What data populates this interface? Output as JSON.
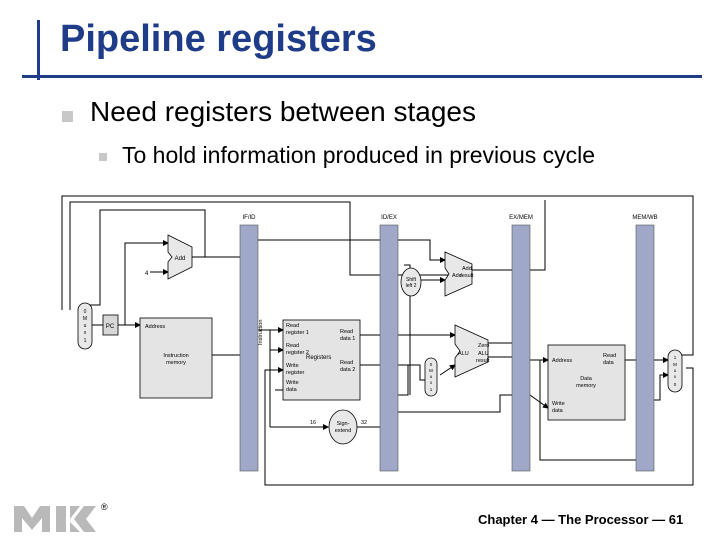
{
  "slide": {
    "title": "Pipeline registers",
    "bullet_1": "Need registers between stages",
    "bullet_2": "To hold information produced in previous cycle",
    "footer": "Chapter 4 — The Processor — 61"
  },
  "diagram": {
    "pipeline_registers": [
      "IF/ID",
      "ID/EX",
      "EX/MEM",
      "MEM/WB"
    ],
    "pc": "PC",
    "add_pc": "Add",
    "constant_4": "4",
    "mux_label": [
      "0",
      "M",
      "u",
      "x",
      "1"
    ],
    "instruction_memory": {
      "address": "Address",
      "label": [
        "Instruction",
        "memory"
      ]
    },
    "instruction_wire": "Instruction",
    "registers": {
      "read_register_1": [
        "Read",
        "register 1"
      ],
      "read_register_2": [
        "Read",
        "register 2"
      ],
      "write_register": [
        "Write",
        "register"
      ],
      "write_data": [
        "Write",
        "data"
      ],
      "read_data_1": [
        "Read",
        "data 1"
      ],
      "read_data_2": [
        "Read",
        "data 2"
      ],
      "label": "Registers"
    },
    "sign_extend": [
      "Sign-",
      "extend"
    ],
    "width_16": "16",
    "width_32": "32",
    "shift_left": [
      "Shift",
      "left 2"
    ],
    "add_branch": [
      "Add",
      "Add",
      "result"
    ],
    "alu": [
      "Zero",
      "ALU",
      "ALU",
      "result"
    ],
    "data_memory": {
      "address": "Address",
      "read_data": [
        "Read",
        "data"
      ],
      "write_data": [
        "Write",
        "data"
      ],
      "label": [
        "Data",
        "memory"
      ]
    },
    "logo_mark": "®"
  }
}
